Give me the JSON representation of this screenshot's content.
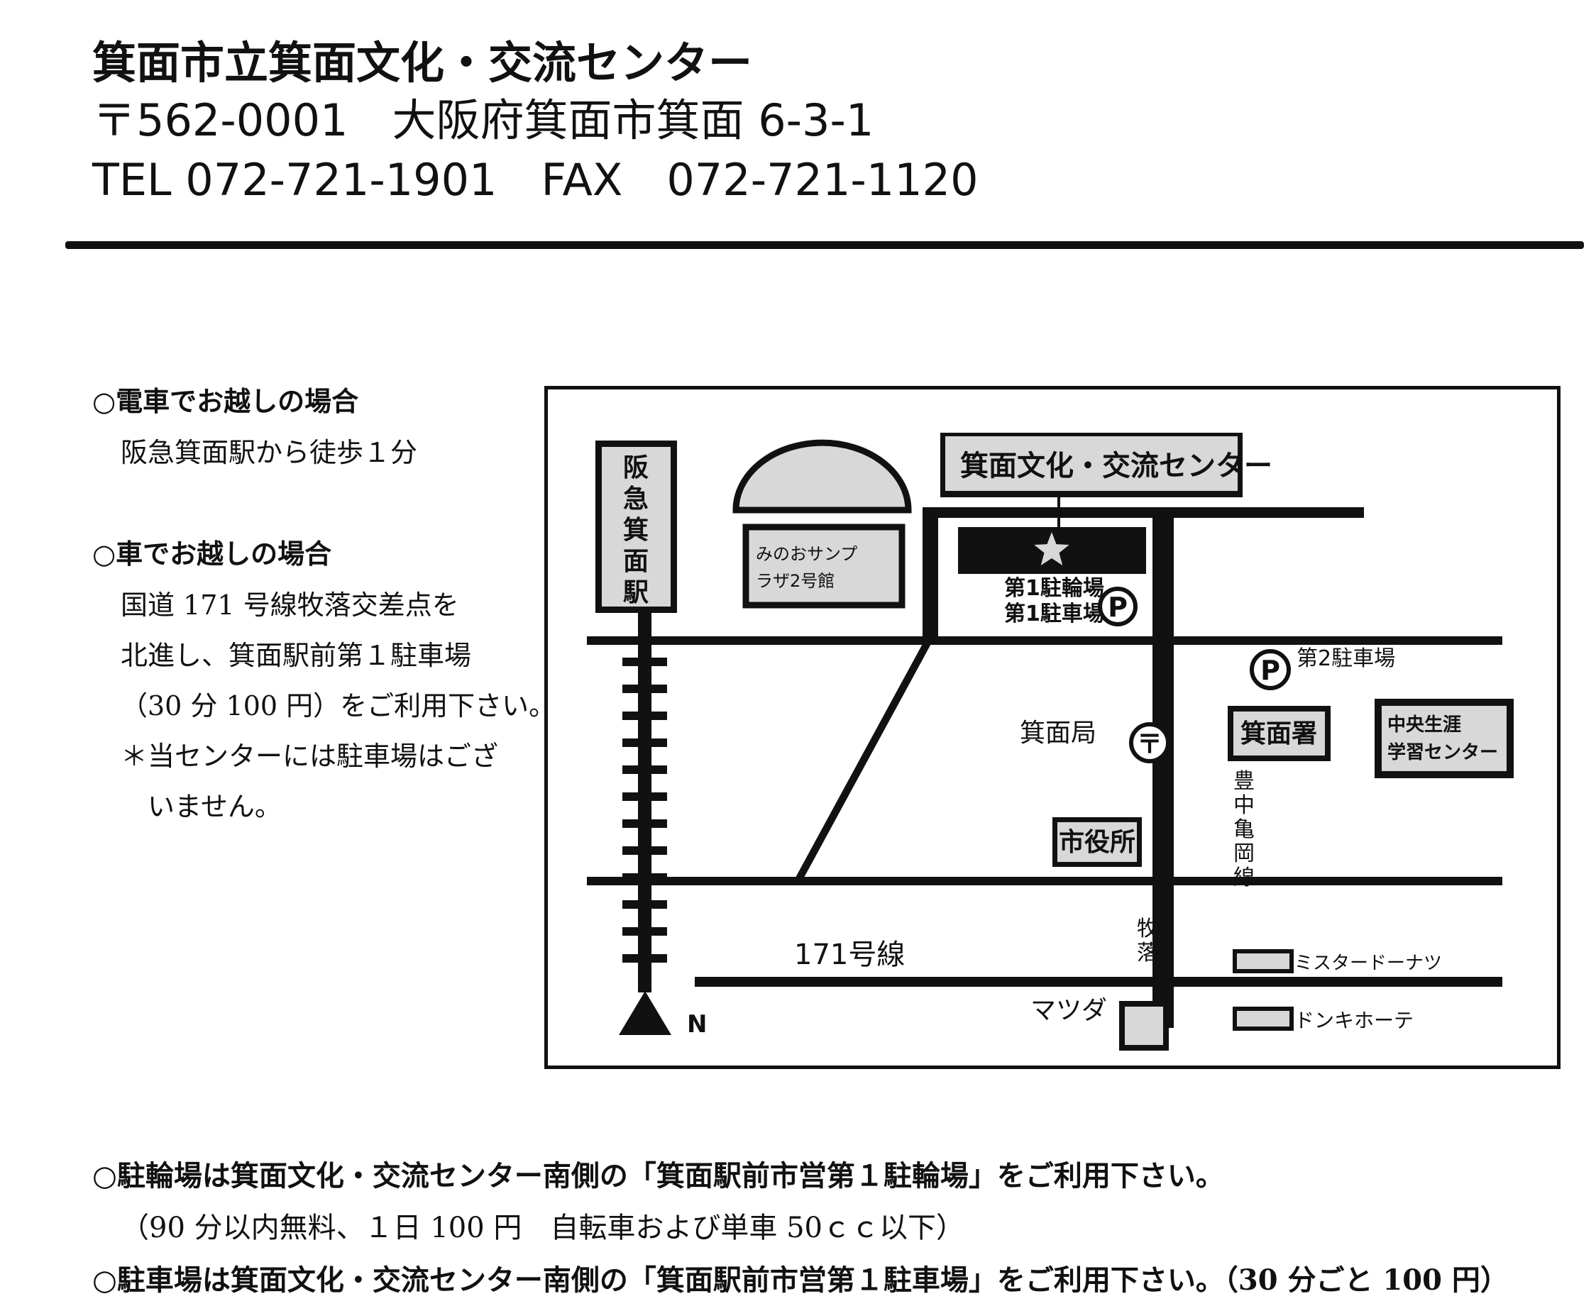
{
  "header": {
    "facility_name": "箕面市立箕面文化・交流センター",
    "postal_address": "〒562-0001　大阪府箕面市箕面 6-3-1",
    "tel_fax": "TEL 072-721-1901　FAX　072-721-1120"
  },
  "access": {
    "train_heading": "○電車でお越しの場合",
    "train_text": "阪急箕面駅から徒歩１分",
    "car_heading": "○車でお越しの場合",
    "car_lines": [
      "国道 171 号線牧落交差点を",
      "北進し、箕面駅前第１駐車場",
      "（30 分 100 円）をご利用下さい。",
      "＊当センターには駐車場はござ",
      "　いません。"
    ]
  },
  "map": {
    "station_label": "阪急箕面駅",
    "center_label": "箕面文化・交流センター",
    "sunplaza_line1": "みのおサンプ",
    "sunplaza_line2": "ラザ2号館",
    "bike_parking": "第1駐輪場",
    "car_parking1": "第1駐車場",
    "parking_symbol": "P",
    "car_parking2": "第2駐車場",
    "post_office": "箕面局",
    "post_symbol": "〒",
    "police": "箕面署",
    "lifelong_line1": "中央生涯",
    "lifelong_line2": "学習センター",
    "city_hall": "市役所",
    "road_vertical": "豊中亀岡線",
    "makiochi": "牧落",
    "route171": "171号線",
    "mister_donut": "ミスタードーナツ",
    "donki": "ドンキホーテ",
    "mazda": "マツダ",
    "north": "N",
    "star_icon": "star-icon"
  },
  "footer": {
    "bike_line": "○駐輪場は箕面文化・交流センター南側の「箕面駅前市営第１駐輪場」をご利用下さい。",
    "bike_fee": "（90 分以内無料、１日 100 円　自転車および単車 50ｃｃ以下）",
    "car_line": "○駐車場は箕面文化・交流センター南側の「箕面駅前市営第１駐車場」をご利用下さい。（30 分ごと 100 円）"
  }
}
